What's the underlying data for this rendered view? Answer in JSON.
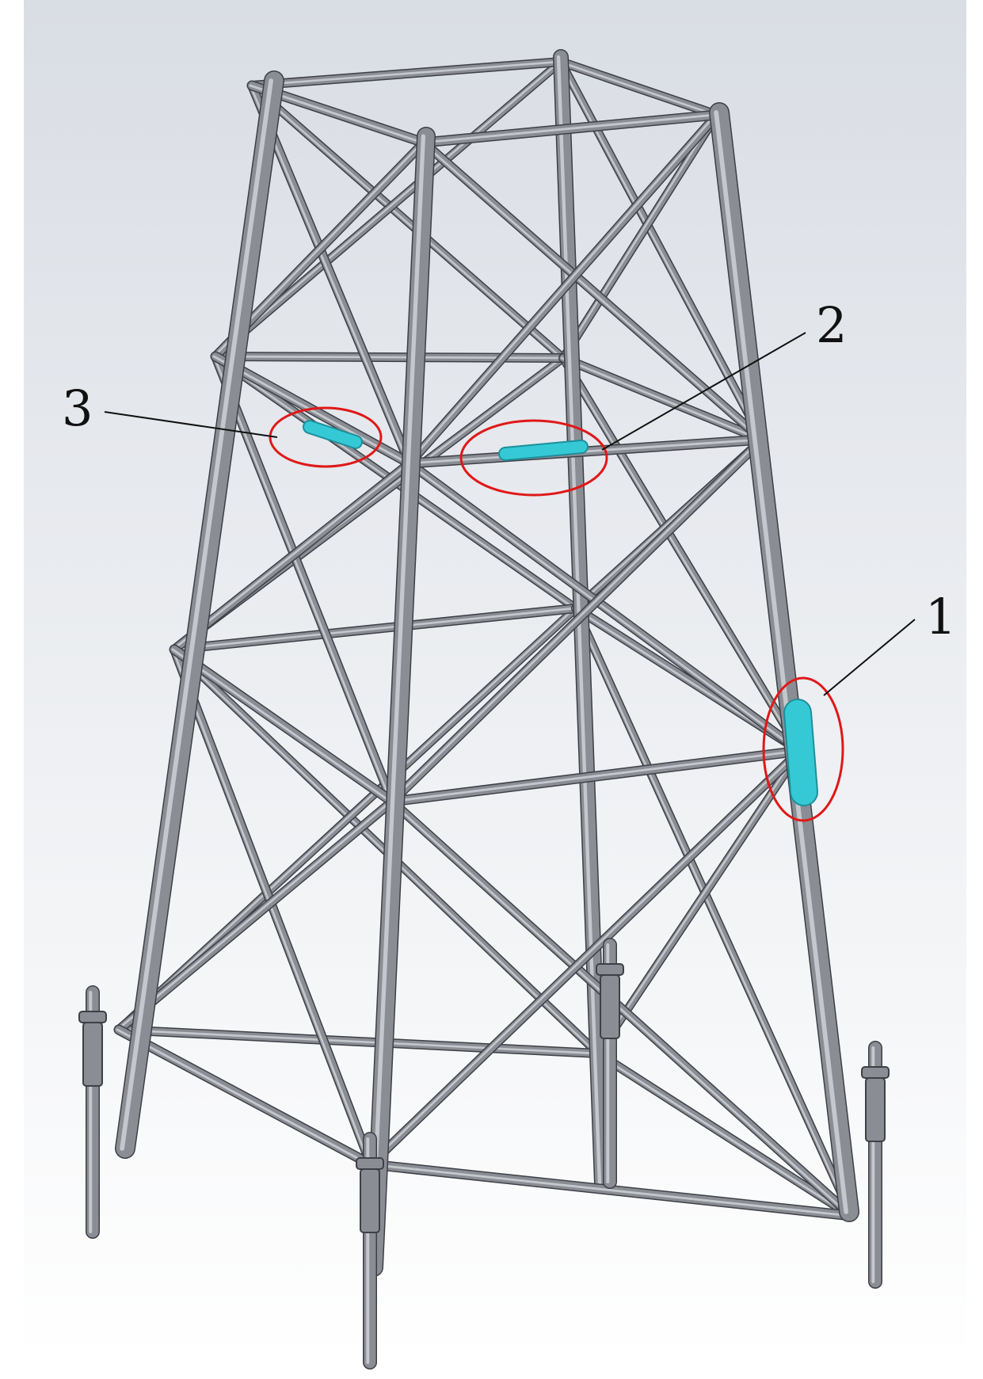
{
  "figure": {
    "subject": "jacket-tower",
    "colors": {
      "background_top": "#d9dde4",
      "background_bottom": "#ffffff",
      "steel": "#8a8d93",
      "steel_dark": "#3e4046",
      "steel_light": "#c4c7cc",
      "highlight": "#35c9d6",
      "highlight_dark": "#1e8f9b",
      "marker": "#e01818",
      "leader": "#111111"
    }
  },
  "callouts": [
    {
      "id": "1",
      "label": "1"
    },
    {
      "id": "2",
      "label": "2"
    },
    {
      "id": "3",
      "label": "3"
    }
  ]
}
